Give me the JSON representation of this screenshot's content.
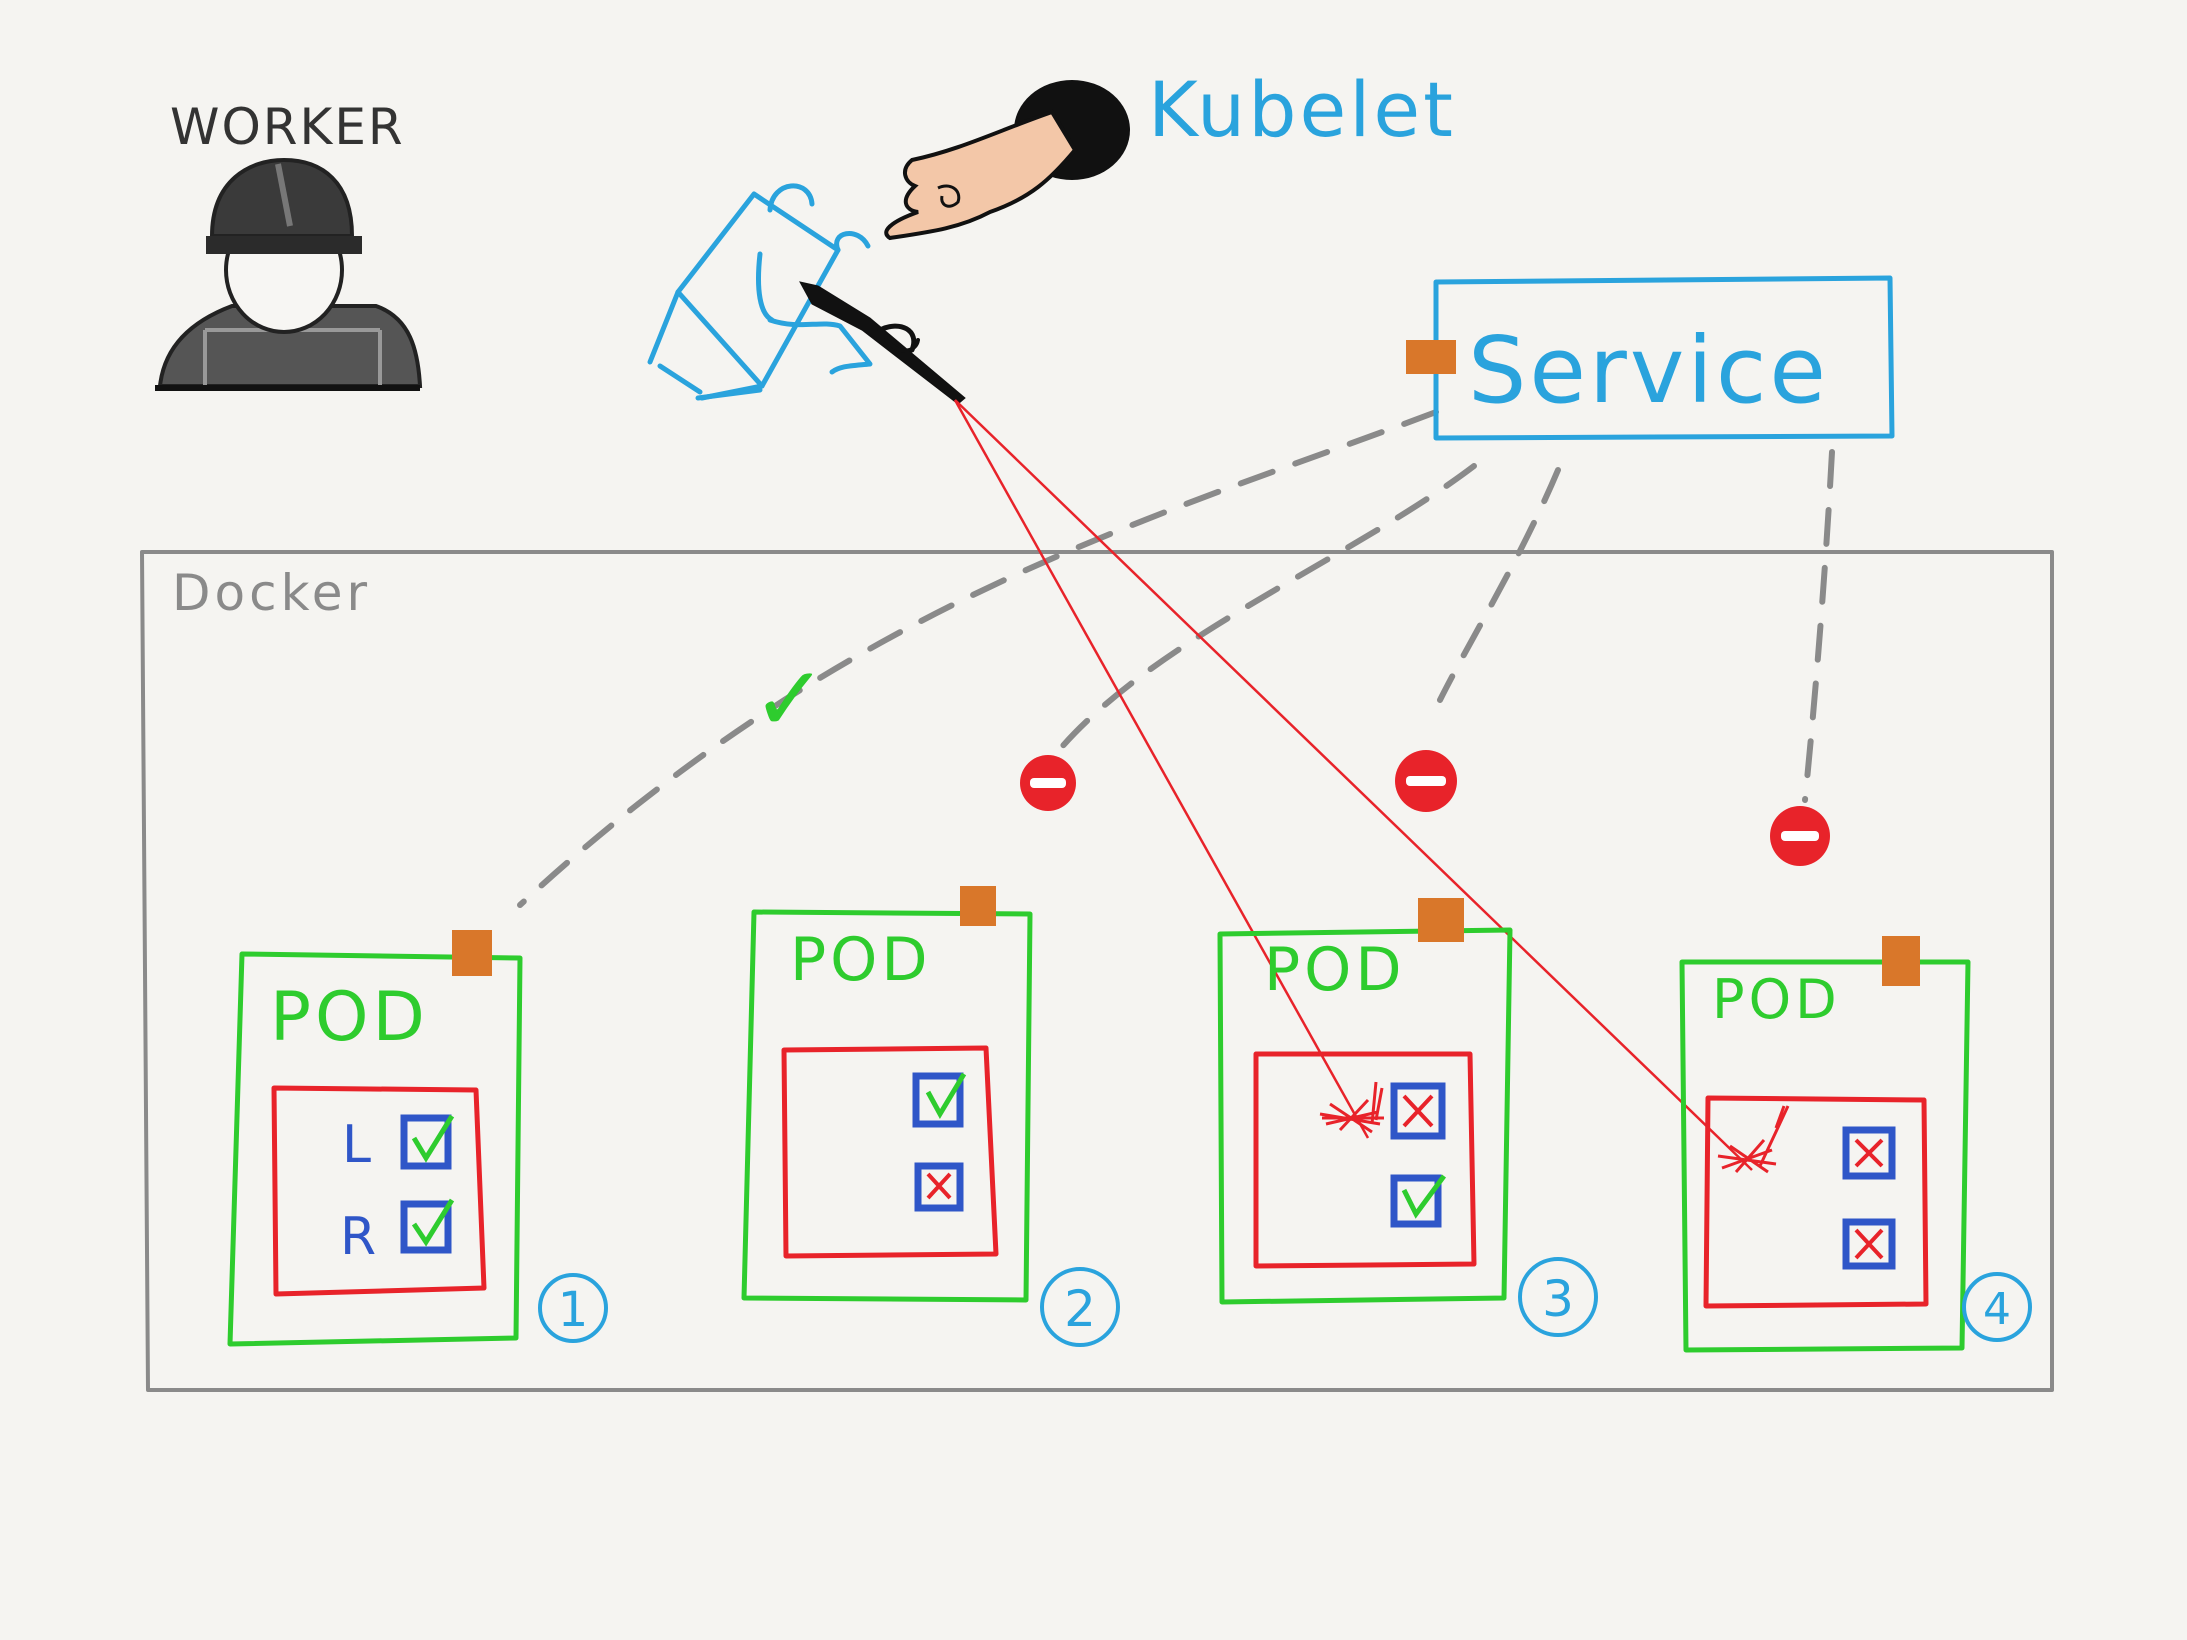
{
  "worker": {
    "label": "WORKER",
    "icon": "worker-hardhat-icon"
  },
  "kubelet": {
    "label": "Kubelet",
    "icon": "kubelet-figure-with-rifle-icon",
    "hand_icon": "pointing-hand-icon"
  },
  "service": {
    "label": "Service"
  },
  "docker": {
    "label": "Docker"
  },
  "connection_status": {
    "pod1": "✓"
  },
  "pods": [
    {
      "title": "POD",
      "number": "1",
      "checks": [
        {
          "label": "L",
          "state": "ok"
        },
        {
          "label": "R",
          "state": "ok"
        }
      ]
    },
    {
      "title": "POD",
      "number": "2",
      "checks": [
        {
          "label": "",
          "state": "ok"
        },
        {
          "label": "",
          "state": "fail"
        }
      ]
    },
    {
      "title": "POD",
      "number": "3",
      "checks": [
        {
          "label": "",
          "state": "fail"
        },
        {
          "label": "",
          "state": "ok"
        }
      ]
    },
    {
      "title": "POD",
      "number": "4",
      "checks": [
        {
          "label": "",
          "state": "fail"
        },
        {
          "label": "",
          "state": "fail"
        }
      ]
    }
  ],
  "colors": {
    "background": "#f5f4f1",
    "blue": "#2aa3dd",
    "green": "#2ecc2e",
    "red": "#e8232a",
    "checkbox_blue": "#2f56c8",
    "port_orange": "#d9772a",
    "docker_grey": "#8a8a8a",
    "dash_grey": "#8a8a8a"
  }
}
